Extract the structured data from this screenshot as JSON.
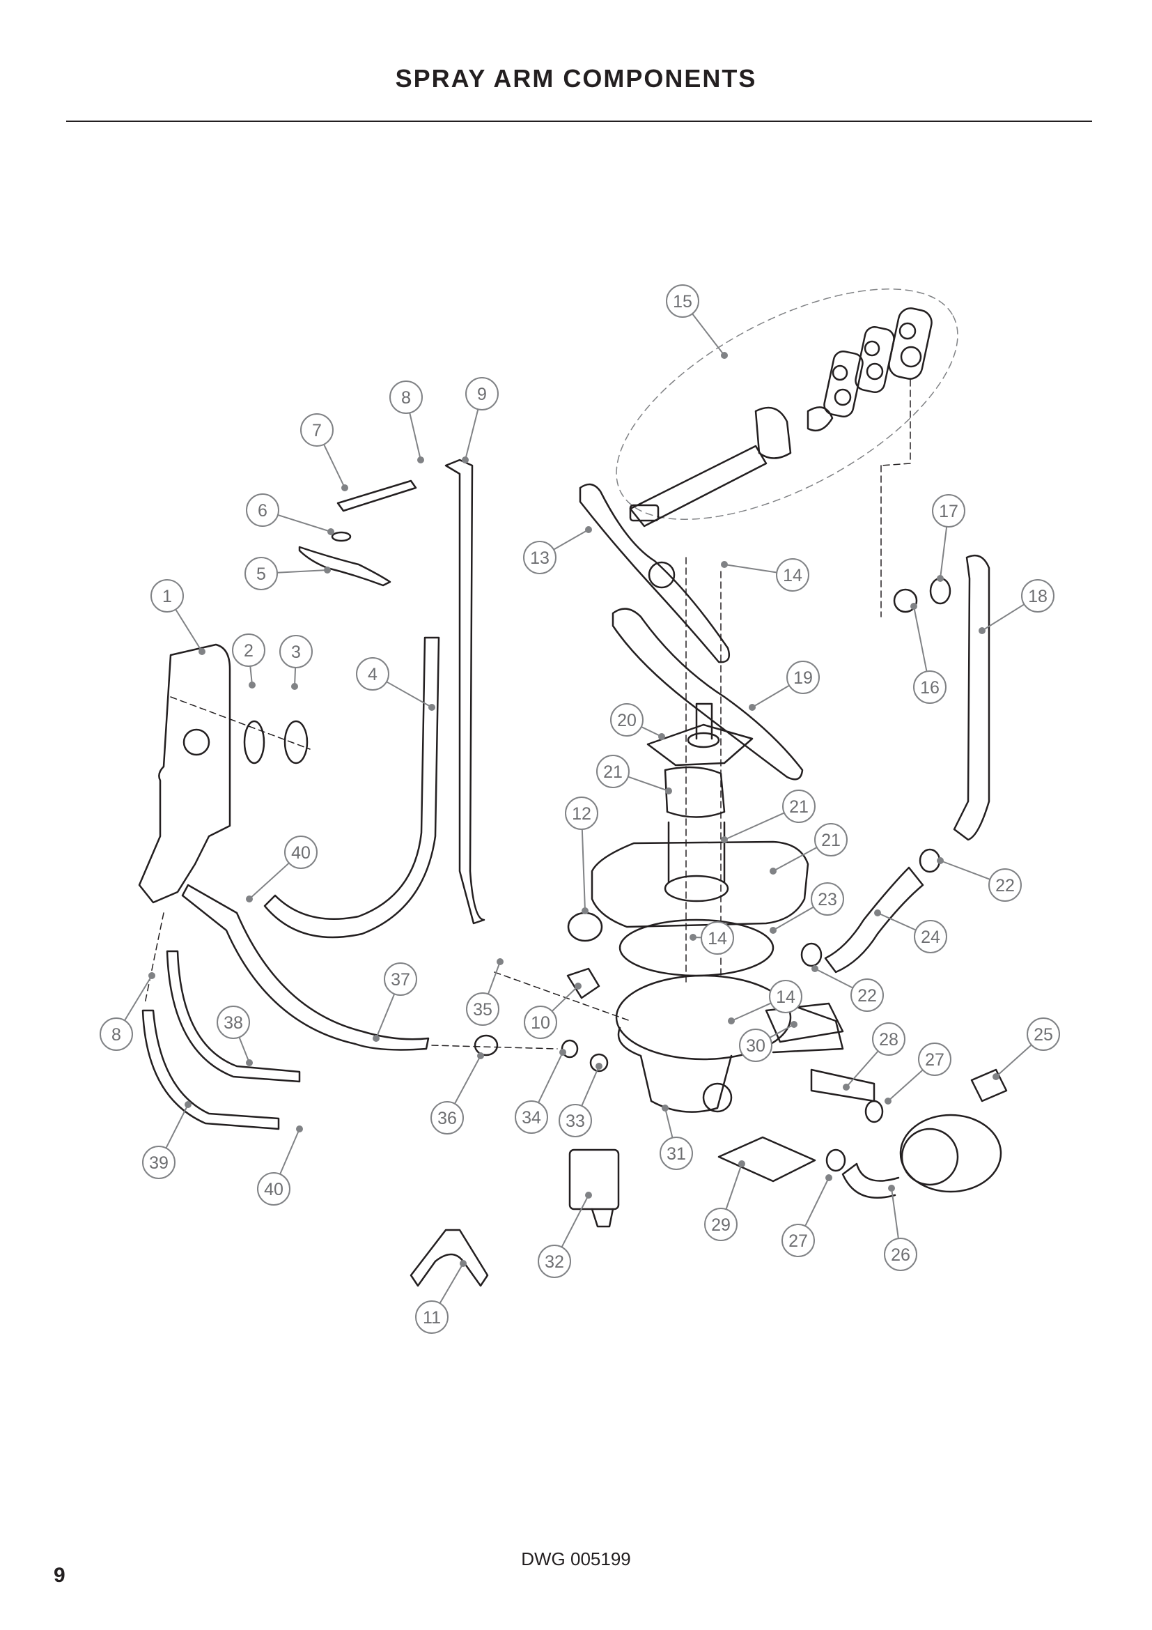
{
  "page": {
    "title": "SPRAY ARM COMPONENTS",
    "drawing_number": "DWG 005199",
    "page_number": "9"
  },
  "callouts": [
    {
      "label": "1"
    },
    {
      "label": "2"
    },
    {
      "label": "3"
    },
    {
      "label": "4"
    },
    {
      "label": "5"
    },
    {
      "label": "6"
    },
    {
      "label": "7"
    },
    {
      "label": "8"
    },
    {
      "label": "9"
    },
    {
      "label": "8"
    },
    {
      "label": "10"
    },
    {
      "label": "11"
    },
    {
      "label": "12"
    },
    {
      "label": "13"
    },
    {
      "label": "14"
    },
    {
      "label": "14"
    },
    {
      "label": "14"
    },
    {
      "label": "15"
    },
    {
      "label": "16"
    },
    {
      "label": "17"
    },
    {
      "label": "18"
    },
    {
      "label": "19"
    },
    {
      "label": "20"
    },
    {
      "label": "21"
    },
    {
      "label": "21"
    },
    {
      "label": "21"
    },
    {
      "label": "22"
    },
    {
      "label": "22"
    },
    {
      "label": "23"
    },
    {
      "label": "24"
    },
    {
      "label": "25"
    },
    {
      "label": "26"
    },
    {
      "label": "27"
    },
    {
      "label": "27"
    },
    {
      "label": "28"
    },
    {
      "label": "29"
    },
    {
      "label": "30"
    },
    {
      "label": "31"
    },
    {
      "label": "32"
    },
    {
      "label": "33"
    },
    {
      "label": "34"
    },
    {
      "label": "35"
    },
    {
      "label": "36"
    },
    {
      "label": "37"
    },
    {
      "label": "38"
    },
    {
      "label": "39"
    },
    {
      "label": "40"
    },
    {
      "label": "40"
    }
  ]
}
